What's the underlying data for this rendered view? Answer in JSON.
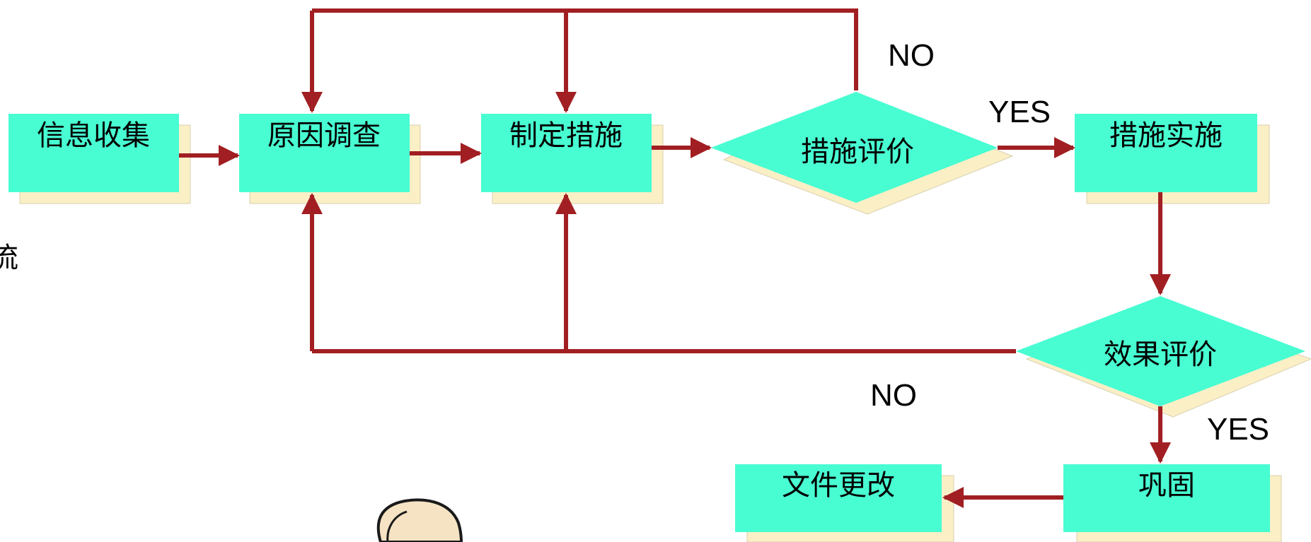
{
  "colors": {
    "node_fill": "#48fdd2",
    "node_shadow": "#fbefc6",
    "edge": "#a11f22",
    "text": "#000000"
  },
  "nodes": {
    "info_collect": "信息收集",
    "cause_investigation": "原因调查",
    "set_measures": "制定措施",
    "measure_evaluation": "措施评价",
    "implement_measures": "措施实施",
    "effect_evaluation": "效果评价",
    "consolidate": "巩固",
    "document_change": "文件更改"
  },
  "edge_labels": {
    "measure_eval_no": "NO",
    "measure_eval_yes": "YES",
    "effect_eval_no": "NO",
    "effect_eval_yes": "YES"
  },
  "edge_text_left": "流"
}
